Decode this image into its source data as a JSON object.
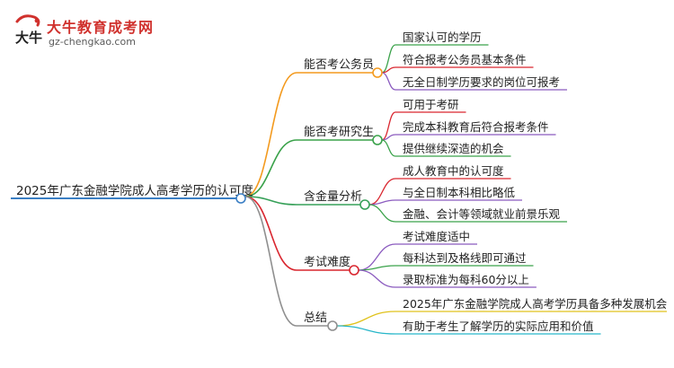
{
  "logo": {
    "title": "大牛教育成考网",
    "url": "gz-chengkao.com",
    "mark_text": "大牛"
  },
  "root": "2025年广东金融学院成人高考学历的认可度",
  "colors": {
    "root": "#3b7fc4",
    "b0": "#f39a1e",
    "b1": "#3aa24a",
    "b2": "#36a058",
    "b3": "#d9262f",
    "b4": "#8f8f8f",
    "green": "#3aa24a",
    "red": "#d9262f",
    "purple": "#8b5bbf",
    "yellow": "#e0c21c",
    "cyan": "#27b6c9",
    "text": "#222222"
  },
  "branches": [
    {
      "label": "能否考公务员",
      "color_key": "b0",
      "children": [
        {
          "label": "国家认可的学历",
          "color_key": "green"
        },
        {
          "label": "符合报考公务员基本条件",
          "color_key": "red"
        },
        {
          "label": "无全日制学历要求的岗位可报考",
          "color_key": "purple"
        }
      ]
    },
    {
      "label": "能否考研究生",
      "color_key": "b1",
      "children": [
        {
          "label": "可用于考研",
          "color_key": "red"
        },
        {
          "label": "完成本科教育后符合报考条件",
          "color_key": "purple"
        },
        {
          "label": "提供继续深造的机会",
          "color_key": "green"
        }
      ]
    },
    {
      "label": "含金量分析",
      "color_key": "b2",
      "children": [
        {
          "label": "成人教育中的认可度",
          "color_key": "red"
        },
        {
          "label": "与全日制本科相比略低",
          "color_key": "purple"
        },
        {
          "label": "金融、会计等领域就业前景乐观",
          "color_key": "green"
        }
      ]
    },
    {
      "label": "考试难度",
      "color_key": "b3",
      "children": [
        {
          "label": "考试难度适中",
          "color_key": "purple"
        },
        {
          "label": "每科达到及格线即可通过",
          "color_key": "green"
        },
        {
          "label": "录取标准为每科60分以上",
          "color_key": "purple"
        }
      ]
    },
    {
      "label": "总结",
      "color_key": "b4",
      "children": [
        {
          "label": "2025年广东金融学院成人高考学历具备多种发展机会",
          "color_key": "yellow"
        },
        {
          "label": "有助于考生了解学历的实际应用和价值",
          "color_key": "cyan"
        }
      ]
    }
  ]
}
